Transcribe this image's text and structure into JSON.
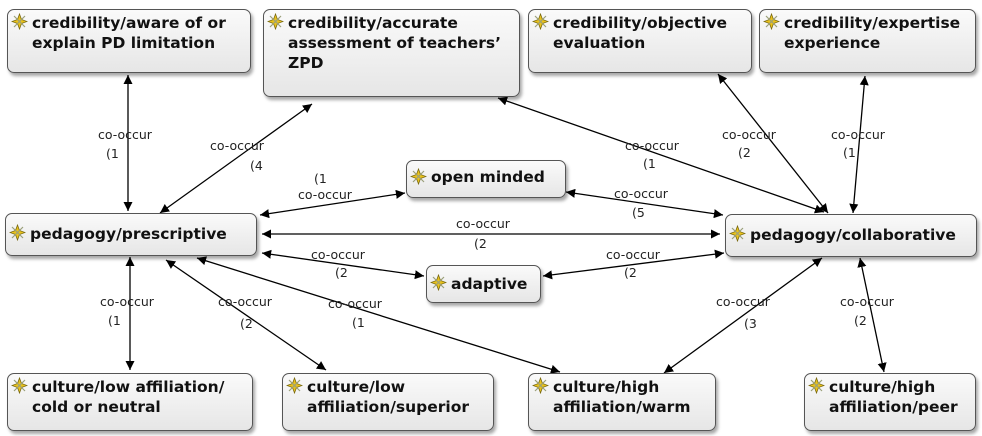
{
  "nodes": [
    {
      "id": "n1",
      "name": "node-credibility-aware-limitation",
      "label": "credibility/aware of or explain PD limitation"
    },
    {
      "id": "n2",
      "name": "node-credibility-accurate-zpd",
      "label": "credibility/accurate assessment of teachers’ ZPD"
    },
    {
      "id": "n3",
      "name": "node-credibility-objective",
      "label": "credibility/objective evaluation"
    },
    {
      "id": "n4",
      "name": "node-credibility-expertise",
      "label": "credibility/expertise experience"
    },
    {
      "id": "n5",
      "name": "node-open-minded",
      "label": "open minded"
    },
    {
      "id": "n6",
      "name": "node-pedagogy-prescriptive",
      "label": "pedagogy/prescriptive"
    },
    {
      "id": "n7",
      "name": "node-pedagogy-collaborative",
      "label": "pedagogy/collaborative"
    },
    {
      "id": "n8",
      "name": "node-adaptive",
      "label": "adaptive"
    },
    {
      "id": "n9",
      "name": "node-culture-low-cold",
      "label": "culture/low affiliation/ cold or neutral"
    },
    {
      "id": "n10",
      "name": "node-culture-low-superior",
      "label": "culture/low affiliation/superior"
    },
    {
      "id": "n11",
      "name": "node-culture-high-warm",
      "label": "culture/high affiliation/warm"
    },
    {
      "id": "n12",
      "name": "node-culture-high-peer",
      "label": "culture/high affiliation/peer"
    }
  ],
  "edges": [
    {
      "name": "edge-aware-prescriptive",
      "label": "co-occur",
      "count": "(1"
    },
    {
      "name": "edge-zpd-prescriptive",
      "label": "co-occur",
      "count": "(4"
    },
    {
      "name": "edge-zpd-collaborative",
      "label": "co-occur",
      "count": "(1"
    },
    {
      "name": "edge-objective-collaborative",
      "label": "co-occur",
      "count": "(2"
    },
    {
      "name": "edge-expertise-collaborative",
      "label": "co-occur",
      "count": "(1"
    },
    {
      "name": "edge-openminded-prescriptive",
      "label": "co-occur",
      "count": "(1"
    },
    {
      "name": "edge-openminded-collaborative",
      "label": "co-occur",
      "count": "(5"
    },
    {
      "name": "edge-prescriptive-collaborative",
      "label": "co-occur",
      "count": "(2"
    },
    {
      "name": "edge-prescriptive-adaptive",
      "label": "co-occur",
      "count": "(2"
    },
    {
      "name": "edge-adaptive-collaborative",
      "label": "co-occur",
      "count": "(2"
    },
    {
      "name": "edge-prescriptive-coldneutral",
      "label": "co-occur",
      "count": "(1"
    },
    {
      "name": "edge-prescriptive-superior",
      "label": "co-occur",
      "count": "(2"
    },
    {
      "name": "edge-prescriptive-warm",
      "label": "co-occur",
      "count": "(1"
    },
    {
      "name": "edge-collaborative-warm",
      "label": "co-occur",
      "count": "(3"
    },
    {
      "name": "edge-collaborative-peer",
      "label": "co-occur",
      "count": "(2"
    }
  ]
}
